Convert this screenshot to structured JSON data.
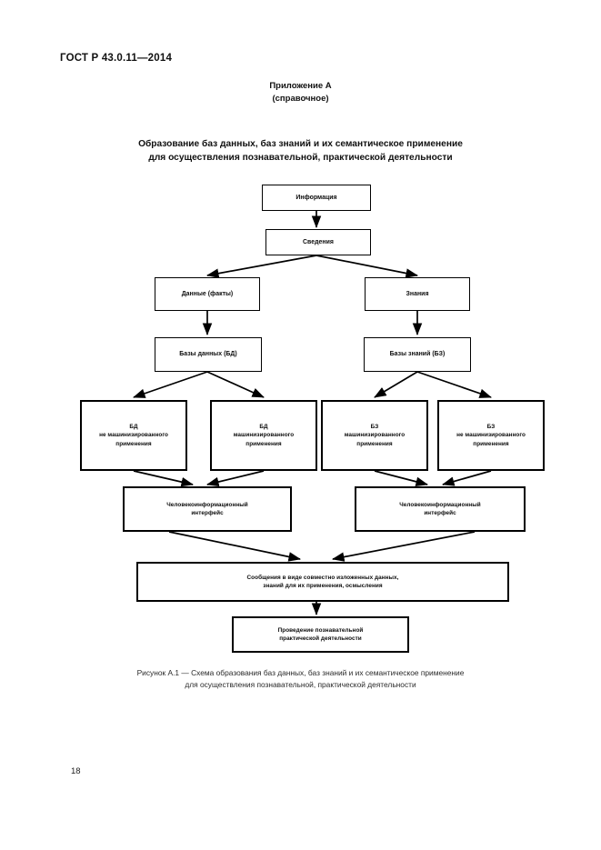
{
  "document": {
    "standard_header": "ГОСТ Р 43.0.11—2014",
    "page_number": "18"
  },
  "appendix": {
    "title": "Приложение А",
    "subtitle": "(справочное)"
  },
  "main_title": {
    "line1": "Образование баз данных, баз знаний и их семантическое применение",
    "line2": "для осуществления познавательной, практической деятельности"
  },
  "figure": {
    "caption_line1": "Рисунок  А.1 — Схема образования баз данных, баз знаний и их семантическое применение",
    "caption_line2": "для осуществления познавательной, практической деятельности"
  },
  "chart_data": {
    "type": "diagram",
    "title": "Схема образования баз данных, баз знаний и их семантическое применение для осуществления познавательной, практической деятельности",
    "orientation": "top-down flowchart",
    "nodes": [
      {
        "id": "information",
        "label": "Информация"
      },
      {
        "id": "data-records",
        "label": "Сведения"
      },
      {
        "id": "data-facts",
        "label": "Данные (факты)"
      },
      {
        "id": "knowledge",
        "label": "Знания"
      },
      {
        "id": "databases",
        "label": "Базы данных (БД)"
      },
      {
        "id": "knowledge-bases",
        "label": "Базы знаний (БЗ)"
      },
      {
        "id": "db-non-machine",
        "label": "БД\nне машинизированного\nприменения"
      },
      {
        "id": "db-machine",
        "label": "БД\nмашинизированного\nприменения"
      },
      {
        "id": "kb-machine",
        "label": "БЗ\nмашинизированного\nприменения"
      },
      {
        "id": "kb-non-machine",
        "label": "БЗ\nне машинизированного\nприменения"
      },
      {
        "id": "interface-left",
        "label": "Человекоинформационный\nинтерфейс"
      },
      {
        "id": "interface-right",
        "label": "Человекоинформационный\nинтерфейс"
      },
      {
        "id": "messages",
        "label": "Сообщения в виде совместно изложенных данных,\nзнаний для их применения, осмысления"
      },
      {
        "id": "activity",
        "label": "Проведение познавательной\nпрактической деятельности"
      }
    ],
    "edges": [
      {
        "from": "information",
        "to": "data-records",
        "style": "straight-arrow"
      },
      {
        "from": "data-records",
        "to": "data-facts",
        "style": "diagonal-arrow"
      },
      {
        "from": "data-records",
        "to": "knowledge",
        "style": "diagonal-arrow"
      },
      {
        "from": "data-facts",
        "to": "databases",
        "style": "straight-arrow"
      },
      {
        "from": "knowledge",
        "to": "knowledge-bases",
        "style": "straight-arrow"
      },
      {
        "from": "databases",
        "to": "db-non-machine",
        "style": "diagonal-arrow"
      },
      {
        "from": "databases",
        "to": "db-machine",
        "style": "diagonal-arrow"
      },
      {
        "from": "knowledge-bases",
        "to": "kb-machine",
        "style": "diagonal-arrow"
      },
      {
        "from": "knowledge-bases",
        "to": "kb-non-machine",
        "style": "diagonal-arrow"
      },
      {
        "from": "db-non-machine",
        "to": "interface-left",
        "style": "diagonal-arrow"
      },
      {
        "from": "db-machine",
        "to": "interface-left",
        "style": "diagonal-arrow"
      },
      {
        "from": "kb-machine",
        "to": "interface-right",
        "style": "diagonal-arrow"
      },
      {
        "from": "kb-non-machine",
        "to": "interface-right",
        "style": "diagonal-arrow"
      },
      {
        "from": "interface-left",
        "to": "messages",
        "style": "diagonal-arrow"
      },
      {
        "from": "interface-right",
        "to": "messages",
        "style": "diagonal-arrow"
      },
      {
        "from": "messages",
        "to": "activity",
        "style": "straight-arrow"
      }
    ],
    "colors": {
      "box_border": "#000000",
      "box_fill": "#ffffff",
      "edge": "#000000",
      "text": "#0c0c0c"
    }
  }
}
